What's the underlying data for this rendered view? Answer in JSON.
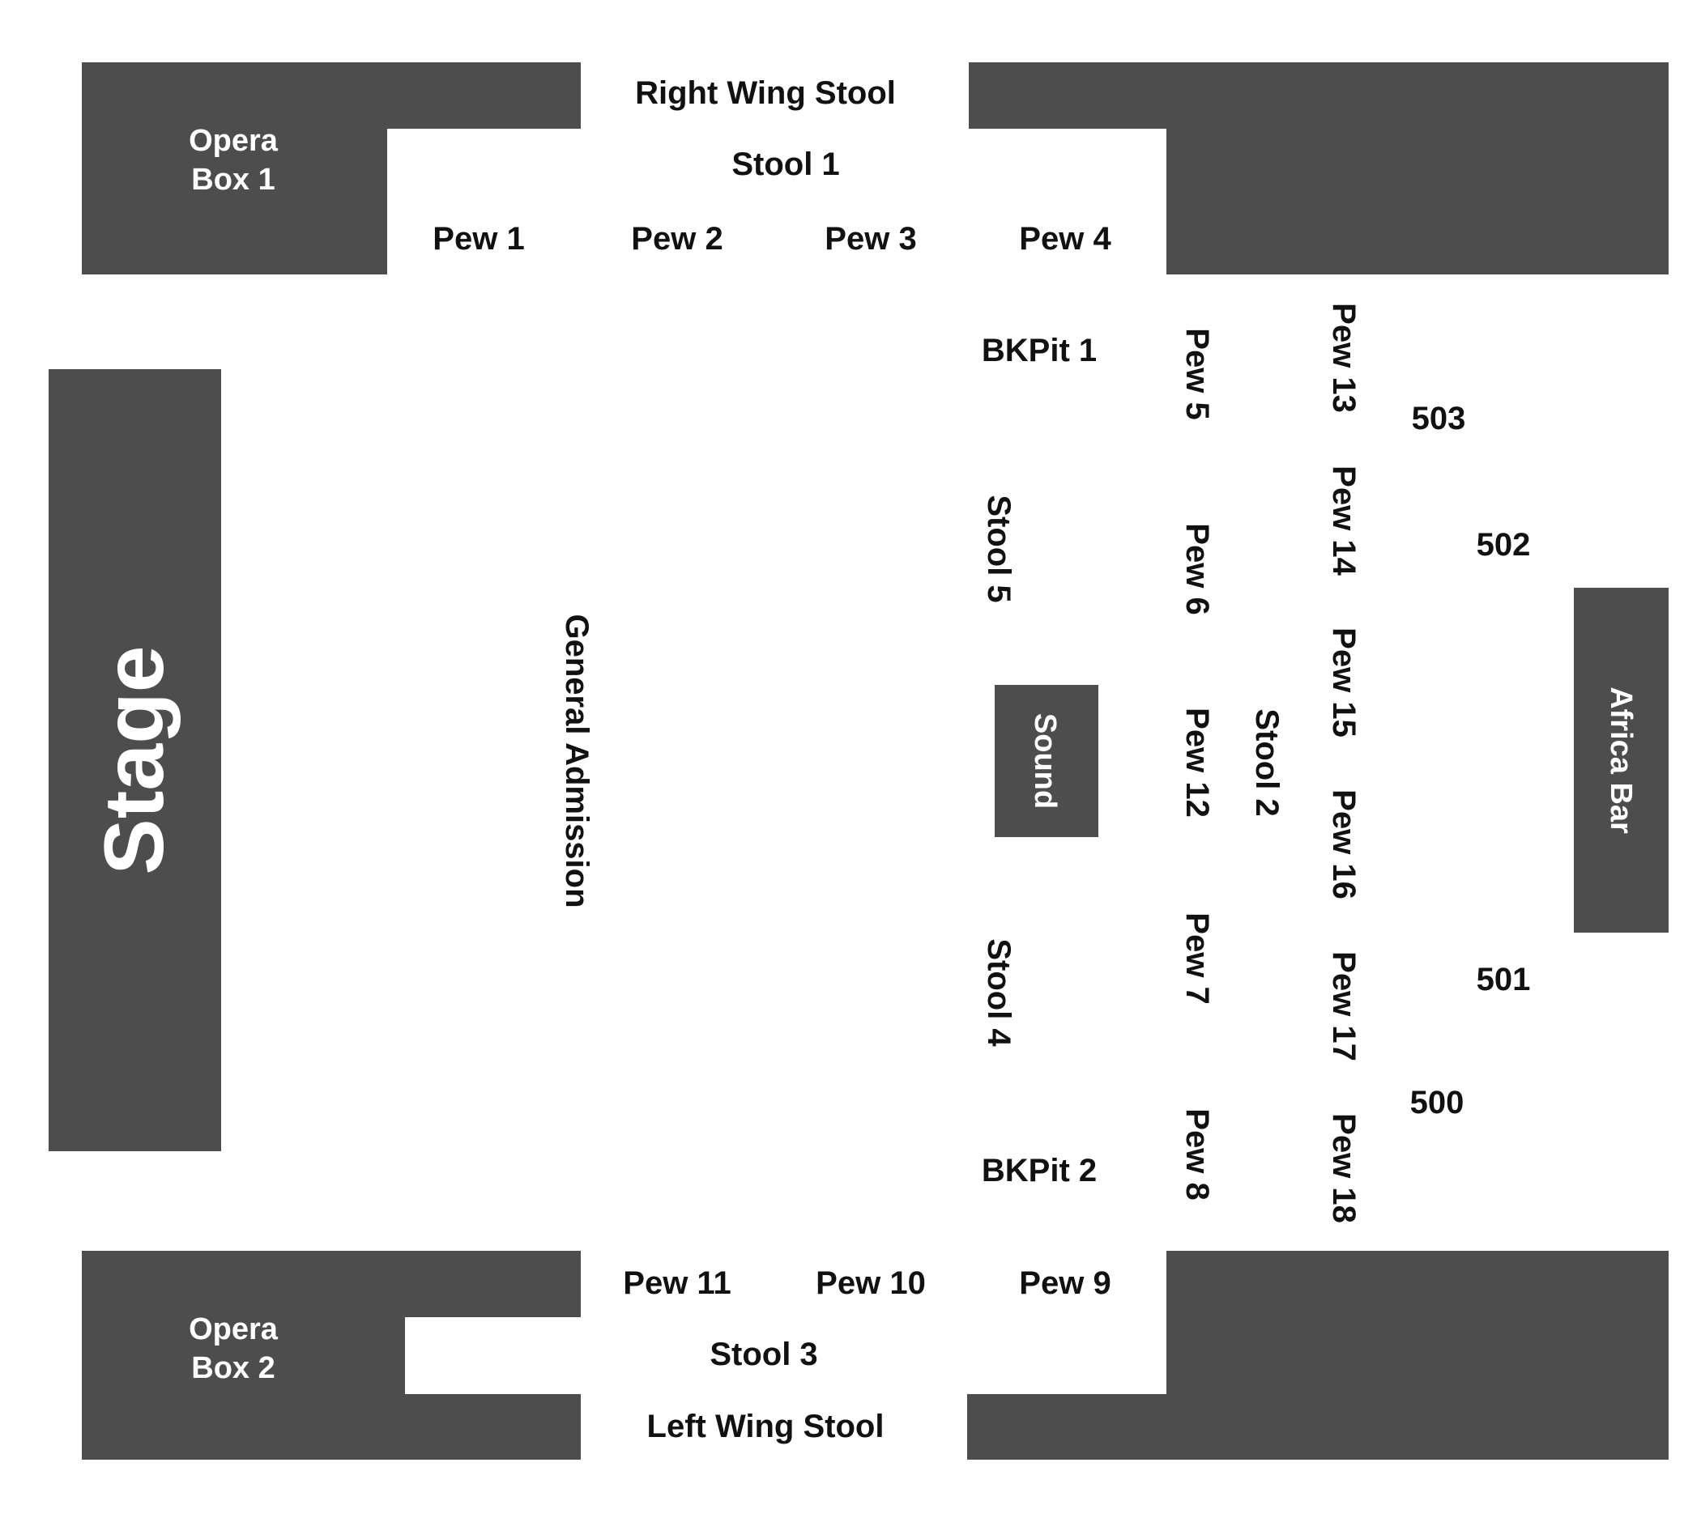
{
  "map": {
    "stage": "Stage",
    "general_admission": "General Admission",
    "opera_box_1": [
      "Opera",
      "Box 1"
    ],
    "opera_box_2": [
      "Opera",
      "Box 2"
    ],
    "sound": "Sound",
    "africa_bar": "Africa Bar",
    "stools": {
      "right_wing": "Right Wing Stool",
      "left_wing": "Left Wing Stool",
      "stool_1": "Stool 1",
      "stool_2": "Stool 2",
      "stool_3": "Stool 3",
      "stool_4": "Stool 4",
      "stool_5": "Stool 5"
    },
    "pits": {
      "bkpit_1": "BKPit 1",
      "bkpit_2": "BKPit 2"
    },
    "pews": {
      "pew_1": "Pew 1",
      "pew_2": "Pew 2",
      "pew_3": "Pew 3",
      "pew_4": "Pew 4",
      "pew_5": "Pew 5",
      "pew_6": "Pew 6",
      "pew_7": "Pew 7",
      "pew_8": "Pew 8",
      "pew_9": "Pew 9",
      "pew_10": "Pew 10",
      "pew_11": "Pew 11",
      "pew_12": "Pew 12",
      "pew_13": "Pew 13",
      "pew_14": "Pew 14",
      "pew_15": "Pew 15",
      "pew_16": "Pew 16",
      "pew_17": "Pew 17",
      "pew_18": "Pew 18"
    },
    "tables": {
      "t500": "500",
      "t501": "501",
      "t502": "502",
      "t503": "503"
    }
  },
  "colors": {
    "block": "#4d4d4d",
    "label": "#111111",
    "inverse_label": "#ffffff",
    "background": "#ffffff"
  }
}
